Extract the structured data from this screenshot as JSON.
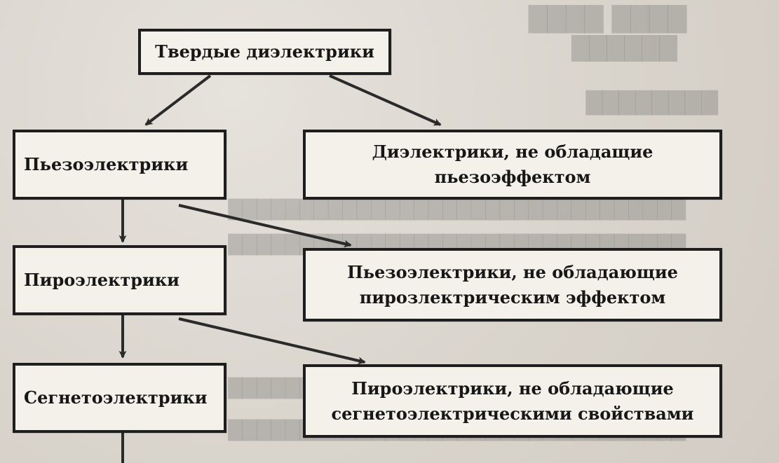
{
  "nodes": {
    "root": "Твердые диэлектрики",
    "piezo": "Пьезоэлектрики",
    "non_piezo": "Диэлектрики, не обладащие пьезоэффектом",
    "pyro": "Пироэлектрики",
    "non_pyro": "Пьезоэлектрики, не обладающие пирозлектрическим эффектом",
    "ferro": "Сегнетоэлектрики",
    "non_ferro": "Пироэлектрики, не обладающие сегнетоэлектрическими свойствами"
  },
  "colors": {
    "line": "#2a2a2a",
    "box_border": "#1e1e1e",
    "box_fill": "#f4f1eb"
  }
}
